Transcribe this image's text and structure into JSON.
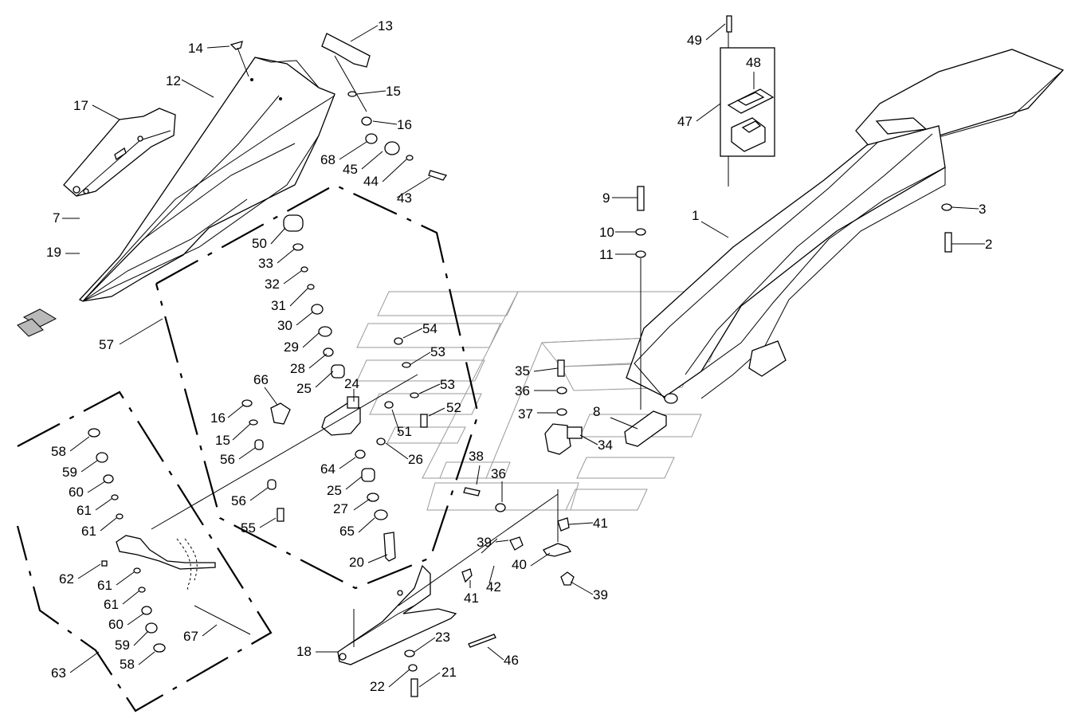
{
  "diagram": {
    "callouts": [
      {
        "id": "c1",
        "text": "1"
      },
      {
        "id": "c2",
        "text": "2"
      },
      {
        "id": "c3",
        "text": "3"
      },
      {
        "id": "c7",
        "text": "7"
      },
      {
        "id": "c8",
        "text": "8"
      },
      {
        "id": "c9",
        "text": "9"
      },
      {
        "id": "c10",
        "text": "10"
      },
      {
        "id": "c11",
        "text": "11"
      },
      {
        "id": "c12",
        "text": "12"
      },
      {
        "id": "c13",
        "text": "13"
      },
      {
        "id": "c14",
        "text": "14"
      },
      {
        "id": "c15a",
        "text": "15"
      },
      {
        "id": "c15b",
        "text": "15"
      },
      {
        "id": "c16a",
        "text": "16"
      },
      {
        "id": "c16b",
        "text": "16"
      },
      {
        "id": "c17",
        "text": "17"
      },
      {
        "id": "c18",
        "text": "18"
      },
      {
        "id": "c19",
        "text": "19"
      },
      {
        "id": "c20",
        "text": "20"
      },
      {
        "id": "c21",
        "text": "21"
      },
      {
        "id": "c22",
        "text": "22"
      },
      {
        "id": "c23",
        "text": "23"
      },
      {
        "id": "c24",
        "text": "24"
      },
      {
        "id": "c25a",
        "text": "25"
      },
      {
        "id": "c25b",
        "text": "25"
      },
      {
        "id": "c26",
        "text": "26"
      },
      {
        "id": "c27",
        "text": "27"
      },
      {
        "id": "c28",
        "text": "28"
      },
      {
        "id": "c29",
        "text": "29"
      },
      {
        "id": "c30",
        "text": "30"
      },
      {
        "id": "c31",
        "text": "31"
      },
      {
        "id": "c32",
        "text": "32"
      },
      {
        "id": "c33",
        "text": "33"
      },
      {
        "id": "c34",
        "text": "34"
      },
      {
        "id": "c35",
        "text": "35"
      },
      {
        "id": "c36a",
        "text": "36"
      },
      {
        "id": "c36b",
        "text": "36"
      },
      {
        "id": "c37",
        "text": "37"
      },
      {
        "id": "c38",
        "text": "38"
      },
      {
        "id": "c39a",
        "text": "39"
      },
      {
        "id": "c39b",
        "text": "39"
      },
      {
        "id": "c40",
        "text": "40"
      },
      {
        "id": "c41a",
        "text": "41"
      },
      {
        "id": "c41b",
        "text": "41"
      },
      {
        "id": "c42",
        "text": "42"
      },
      {
        "id": "c43",
        "text": "43"
      },
      {
        "id": "c44",
        "text": "44"
      },
      {
        "id": "c45",
        "text": "45"
      },
      {
        "id": "c46",
        "text": "46"
      },
      {
        "id": "c47",
        "text": "47"
      },
      {
        "id": "c48",
        "text": "48"
      },
      {
        "id": "c49",
        "text": "49"
      },
      {
        "id": "c50",
        "text": "50"
      },
      {
        "id": "c51",
        "text": "51"
      },
      {
        "id": "c52",
        "text": "52"
      },
      {
        "id": "c53a",
        "text": "53"
      },
      {
        "id": "c53b",
        "text": "53"
      },
      {
        "id": "c54",
        "text": "54"
      },
      {
        "id": "c55",
        "text": "55"
      },
      {
        "id": "c56a",
        "text": "56"
      },
      {
        "id": "c56b",
        "text": "56"
      },
      {
        "id": "c57",
        "text": "57"
      },
      {
        "id": "c58a",
        "text": "58"
      },
      {
        "id": "c58b",
        "text": "58"
      },
      {
        "id": "c59a",
        "text": "59"
      },
      {
        "id": "c59b",
        "text": "59"
      },
      {
        "id": "c60a",
        "text": "60"
      },
      {
        "id": "c60b",
        "text": "60"
      },
      {
        "id": "c61a",
        "text": "61"
      },
      {
        "id": "c61b",
        "text": "61"
      },
      {
        "id": "c61c",
        "text": "61"
      },
      {
        "id": "c61d",
        "text": "61"
      },
      {
        "id": "c62",
        "text": "62"
      },
      {
        "id": "c63",
        "text": "63"
      },
      {
        "id": "c64",
        "text": "64"
      },
      {
        "id": "c65",
        "text": "65"
      },
      {
        "id": "c66",
        "text": "66"
      },
      {
        "id": "c67",
        "text": "67"
      },
      {
        "id": "c68",
        "text": "68"
      }
    ]
  }
}
